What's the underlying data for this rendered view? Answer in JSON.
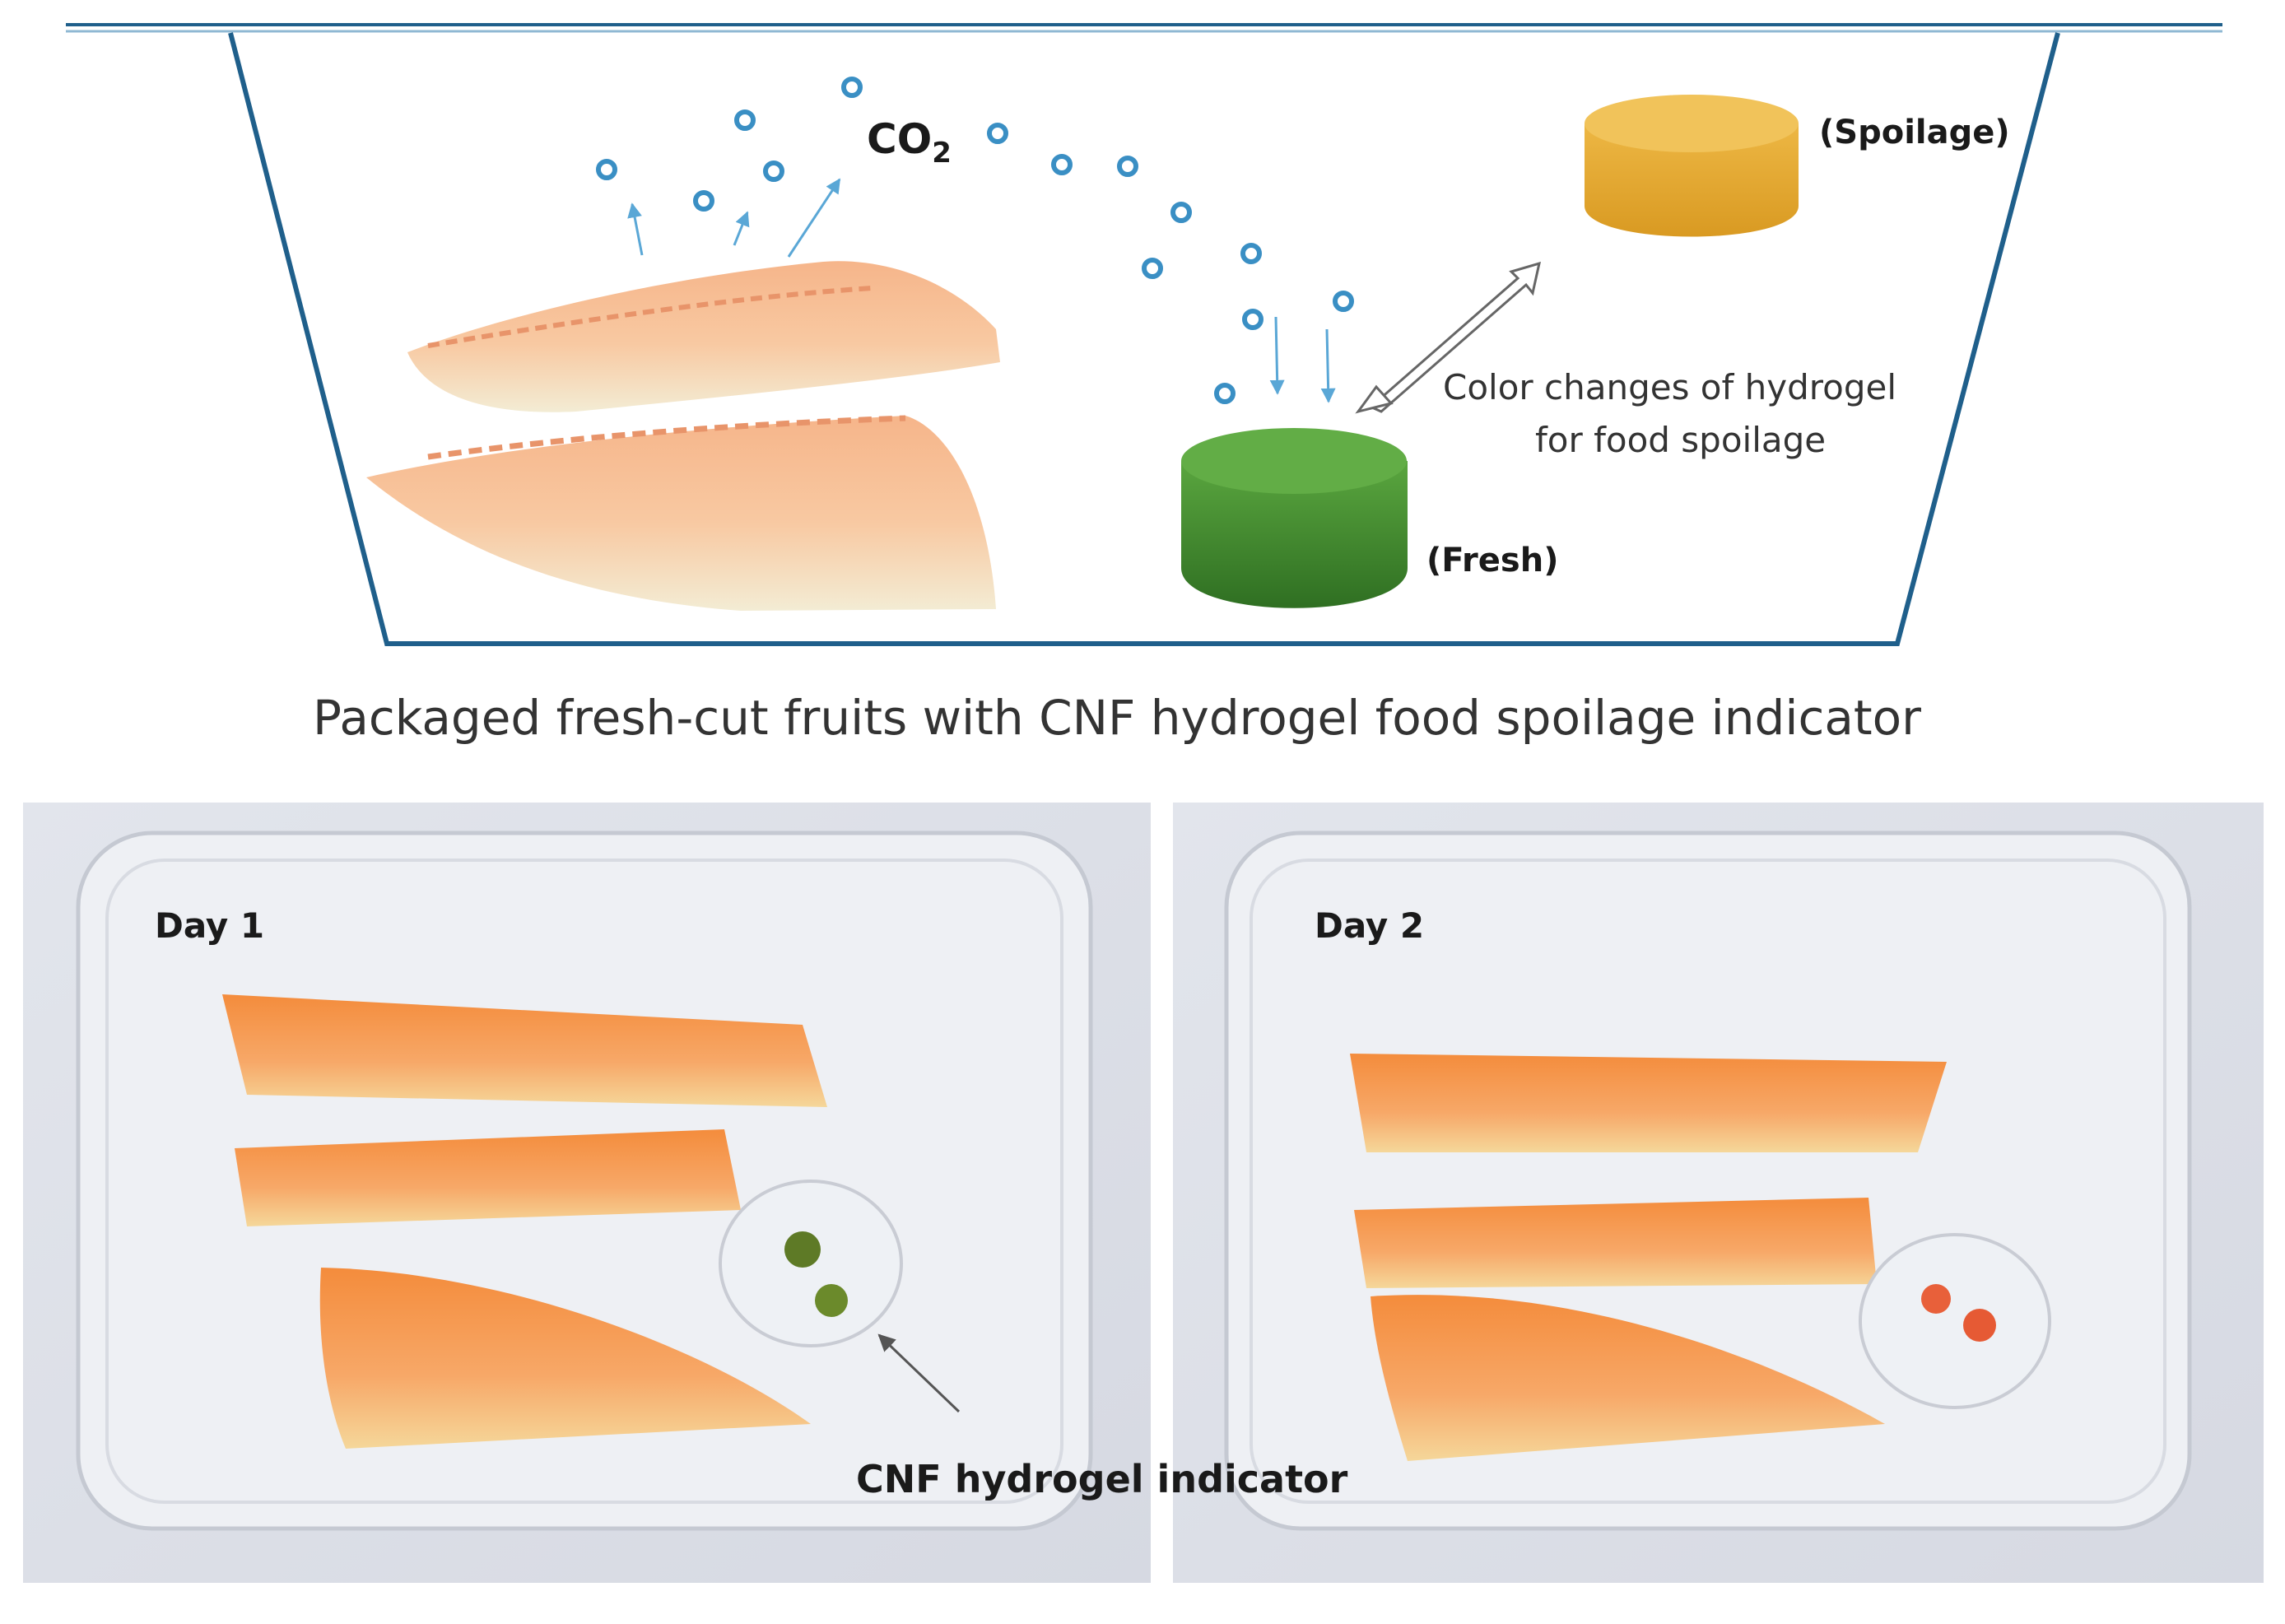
{
  "top_diagram": {
    "gas_label": "CO",
    "gas_subscript": "2",
    "spoilage_label": "(Spoilage)",
    "fresh_label": "(Fresh)",
    "color_change_line1": "Color changes of hydrogel",
    "color_change_line2": "for food spoilage"
  },
  "caption": "Packaged fresh-cut fruits with CNF hydrogel food spoilage indicator",
  "photos": {
    "day1_label": "Day 1",
    "day2_label": "Day 2",
    "indicator_label": "CNF hydrogel indicator"
  },
  "colors": {
    "container_line": "#1f5f8b",
    "bubble": "#3a8fc4",
    "fresh_gel": "#3f8a2e",
    "spoiled_gel": "#e3a42a",
    "fruit_orange": "#f59a4a",
    "day2_dots": "#e8603a"
  }
}
